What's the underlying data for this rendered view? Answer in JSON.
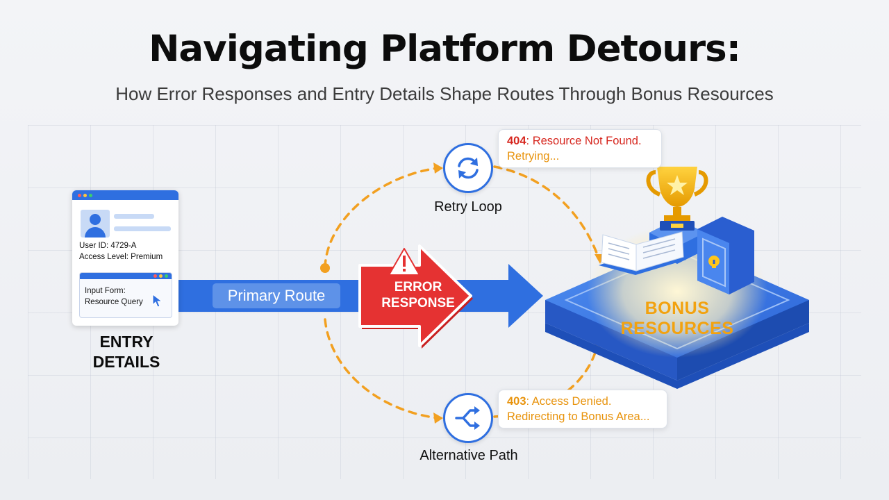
{
  "title": "Navigating Platform Detours:",
  "subtitle": "How Error Responses and Entry Details Shape Routes Through Bonus Resources",
  "entry_card": {
    "user_id": "User ID: 4729-A",
    "access_level": "Access Level: Premium",
    "form_line1": "Input Form:",
    "form_line2": "Resource Query",
    "label_line1": "ENTRY",
    "label_line2": "DETAILS"
  },
  "primary_route": {
    "label": "Primary Route"
  },
  "error_response": {
    "line1": "ERROR",
    "line2": "RESPONSE"
  },
  "retry": {
    "label": "Retry Loop",
    "code": "404",
    "message": ": Resource Not Found.",
    "status": "Retrying..."
  },
  "alternative": {
    "label": "Alternative Path",
    "code": "403",
    "message": ": Access Denied.",
    "status": "Redirecting to Bonus Area..."
  },
  "bonus": {
    "line1": "BONUS",
    "line2": "RESOURCES"
  },
  "colors": {
    "primary_blue": "#2f6fe0",
    "error_red": "#e53232",
    "dashed_orange": "#f2a020",
    "code_red": "#d6261e",
    "code_orange": "#e8930c",
    "gold": "#f2a20f"
  },
  "icons": [
    "user-avatar-icon",
    "cursor-icon",
    "warning-icon",
    "refresh-icon",
    "shuffle-icon",
    "trophy-icon",
    "book-icon",
    "safe-lock-icon"
  ]
}
